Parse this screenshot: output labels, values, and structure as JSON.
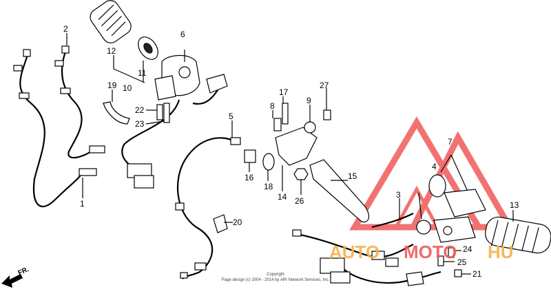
{
  "labels": {
    "p1": "1",
    "p2": "2",
    "p3": "3",
    "p4": "4",
    "p5": "5",
    "p6": "6",
    "p7": "7",
    "p8": "8",
    "p9": "9",
    "p10": "10",
    "p11": "11",
    "p12": "12",
    "p13": "13",
    "p14": "14",
    "p15": "15",
    "p16": "16",
    "p17": "17",
    "p18": "18",
    "p19": "19",
    "p20": "20",
    "p21": "21",
    "p22": "22",
    "p23": "23",
    "p24": "24",
    "p25": "25",
    "p26": "26",
    "p27": "27"
  },
  "direction_label": "FR.",
  "watermark": {
    "part_a": "AUTO",
    "part_b": "MOTO",
    "part_c": "HU"
  },
  "copyright": {
    "line1": "Copyright",
    "line2": "Page design (c) 2004 - 2014 by ARI Network Services, Inc."
  },
  "colors": {
    "watermark_red": "#f05a5a",
    "watermark_orange": "#f6b24a"
  }
}
